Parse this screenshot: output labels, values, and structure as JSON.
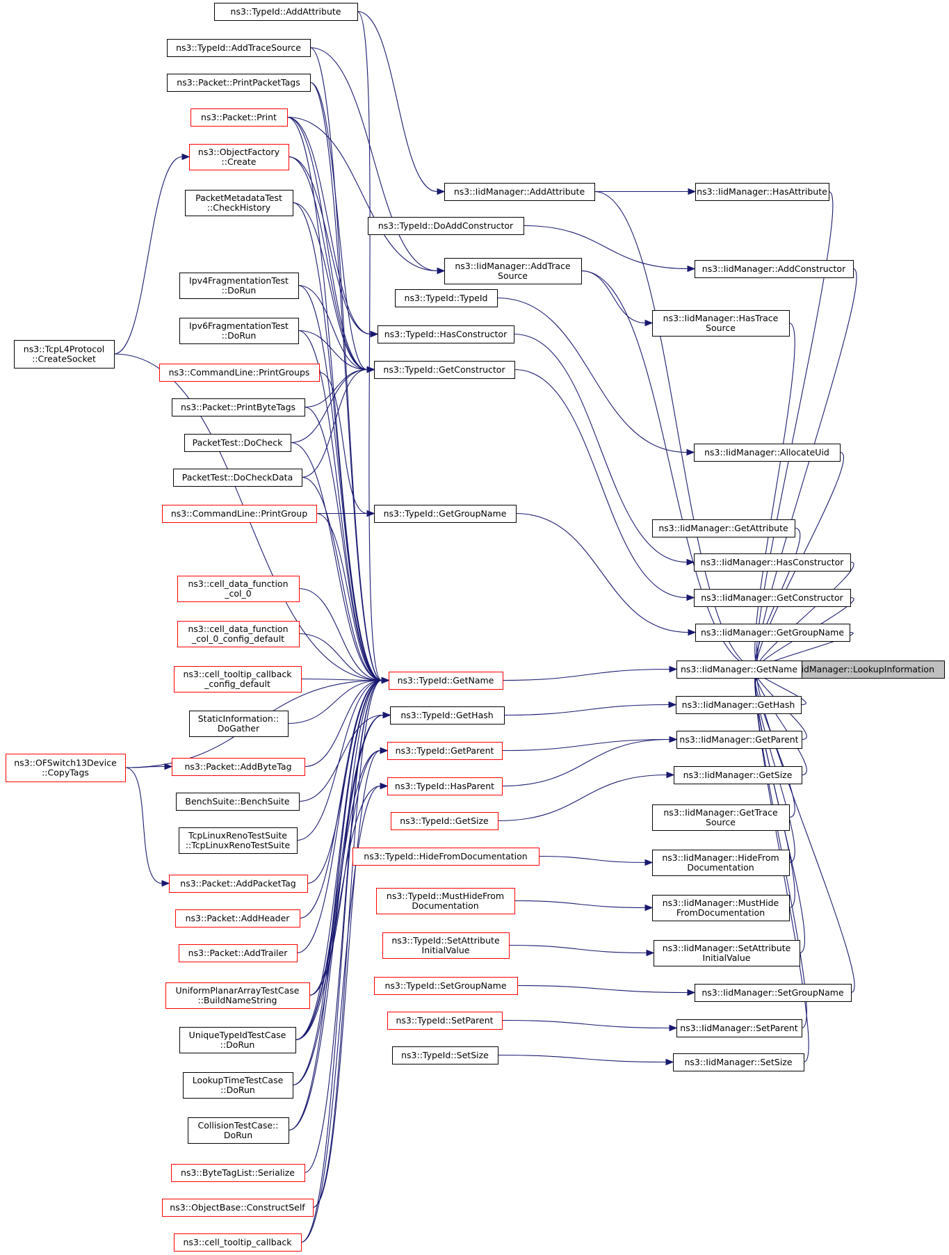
{
  "graph": {
    "edge_color": "#191970",
    "node_border_colors": {
      "normal": "#000000",
      "truncated": "#ff0000"
    },
    "focus_fill": "#bfbfbf",
    "nodes": [
      {
        "id": "lookup",
        "lines": [
          "ns3::IidManager::LookupInformation"
        ],
        "style": "focus"
      },
      {
        "id": "im_addattr",
        "lines": [
          "ns3::IidManager::AddAttribute"
        ],
        "style": "black"
      },
      {
        "id": "im_hasattr",
        "lines": [
          "ns3::IidManager::HasAttribute"
        ],
        "style": "black"
      },
      {
        "id": "im_addctor",
        "lines": [
          "ns3::IidManager::AddConstructor"
        ],
        "style": "black"
      },
      {
        "id": "im_addtrace",
        "lines": [
          "ns3::IidManager::AddTrace",
          "Source"
        ],
        "style": "black"
      },
      {
        "id": "im_hastrace",
        "lines": [
          "ns3::IidManager::HasTrace",
          "Source"
        ],
        "style": "black"
      },
      {
        "id": "im_alloc",
        "lines": [
          "ns3::IidManager::AllocateUid"
        ],
        "style": "black"
      },
      {
        "id": "im_getattr",
        "lines": [
          "ns3::IidManager::GetAttribute"
        ],
        "style": "black"
      },
      {
        "id": "im_hasctor",
        "lines": [
          "ns3::IidManager::HasConstructor"
        ],
        "style": "black"
      },
      {
        "id": "im_getctor",
        "lines": [
          "ns3::IidManager::GetConstructor"
        ],
        "style": "black"
      },
      {
        "id": "im_getgroup",
        "lines": [
          "ns3::IidManager::GetGroupName"
        ],
        "style": "black"
      },
      {
        "id": "im_getname",
        "lines": [
          "ns3::IidManager::GetName"
        ],
        "style": "black"
      },
      {
        "id": "im_gethash",
        "lines": [
          "ns3::IidManager::GetHash"
        ],
        "style": "black"
      },
      {
        "id": "im_getparent",
        "lines": [
          "ns3::IidManager::GetParent"
        ],
        "style": "black"
      },
      {
        "id": "im_getsize",
        "lines": [
          "ns3::IidManager::GetSize"
        ],
        "style": "black"
      },
      {
        "id": "im_gettrace",
        "lines": [
          "ns3::IidManager::GetTrace",
          "Source"
        ],
        "style": "black"
      },
      {
        "id": "im_hidefrom",
        "lines": [
          "ns3::IidManager::HideFrom",
          "Documentation"
        ],
        "style": "black"
      },
      {
        "id": "im_musthide",
        "lines": [
          "ns3::IidManager::MustHide",
          "FromDocumentation"
        ],
        "style": "black"
      },
      {
        "id": "im_setattr",
        "lines": [
          "ns3::IidManager::SetAttribute",
          "InitialValue"
        ],
        "style": "black"
      },
      {
        "id": "im_setgroup",
        "lines": [
          "ns3::IidManager::SetGroupName"
        ],
        "style": "black"
      },
      {
        "id": "im_setparent",
        "lines": [
          "ns3::IidManager::SetParent"
        ],
        "style": "black"
      },
      {
        "id": "im_setsize",
        "lines": [
          "ns3::IidManager::SetSize"
        ],
        "style": "black"
      },
      {
        "id": "t_addattr",
        "lines": [
          "ns3::TypeId::AddAttribute"
        ],
        "style": "black"
      },
      {
        "id": "t_addtrace",
        "lines": [
          "ns3::TypeId::AddTraceSource"
        ],
        "style": "black"
      },
      {
        "id": "t_doaddctor",
        "lines": [
          "ns3::TypeId::DoAddConstructor"
        ],
        "style": "black"
      },
      {
        "id": "t_typeid",
        "lines": [
          "ns3::TypeId::TypeId"
        ],
        "style": "black"
      },
      {
        "id": "t_hasctor",
        "lines": [
          "ns3::TypeId::HasConstructor"
        ],
        "style": "black"
      },
      {
        "id": "t_getctor",
        "lines": [
          "ns3::TypeId::GetConstructor"
        ],
        "style": "black"
      },
      {
        "id": "t_getgroup",
        "lines": [
          "ns3::TypeId::GetGroupName"
        ],
        "style": "black"
      },
      {
        "id": "t_getname",
        "lines": [
          "ns3::TypeId::GetName"
        ],
        "style": "red"
      },
      {
        "id": "t_gethash",
        "lines": [
          "ns3::TypeId::GetHash"
        ],
        "style": "black"
      },
      {
        "id": "t_getparent",
        "lines": [
          "ns3::TypeId::GetParent"
        ],
        "style": "red"
      },
      {
        "id": "t_hasparent",
        "lines": [
          "ns3::TypeId::HasParent"
        ],
        "style": "red"
      },
      {
        "id": "t_getsize",
        "lines": [
          "ns3::TypeId::GetSize"
        ],
        "style": "red"
      },
      {
        "id": "t_hidefrom",
        "lines": [
          "ns3::TypeId::HideFromDocumentation"
        ],
        "style": "red"
      },
      {
        "id": "t_musthide",
        "lines": [
          "ns3::TypeId::MustHideFrom",
          "Documentation"
        ],
        "style": "red"
      },
      {
        "id": "t_setattr",
        "lines": [
          "ns3::TypeId::SetAttribute",
          "InitialValue"
        ],
        "style": "red"
      },
      {
        "id": "t_setgroup",
        "lines": [
          "ns3::TypeId::SetGroupName"
        ],
        "style": "red"
      },
      {
        "id": "t_setparent",
        "lines": [
          "ns3::TypeId::SetParent"
        ],
        "style": "red"
      },
      {
        "id": "t_setsize",
        "lines": [
          "ns3::TypeId::SetSize"
        ],
        "style": "black"
      },
      {
        "id": "p_printtags",
        "lines": [
          "ns3::Packet::PrintPacketTags"
        ],
        "style": "black"
      },
      {
        "id": "p_print",
        "lines": [
          "ns3::Packet::Print"
        ],
        "style": "red"
      },
      {
        "id": "of_create",
        "lines": [
          "ns3::ObjectFactory",
          "::Create"
        ],
        "style": "red"
      },
      {
        "id": "pmt_check",
        "lines": [
          "PacketMetadataTest",
          "::CheckHistory"
        ],
        "style": "black"
      },
      {
        "id": "ipv4frag",
        "lines": [
          "Ipv4FragmentationTest",
          "::DoRun"
        ],
        "style": "black"
      },
      {
        "id": "ipv6frag",
        "lines": [
          "Ipv6FragmentationTest",
          "::DoRun"
        ],
        "style": "black"
      },
      {
        "id": "cl_printgroups",
        "lines": [
          "ns3::CommandLine::PrintGroups"
        ],
        "style": "red"
      },
      {
        "id": "p_printbytetags",
        "lines": [
          "ns3::Packet::PrintByteTags"
        ],
        "style": "black"
      },
      {
        "id": "pt_docheck",
        "lines": [
          "PacketTest::DoCheck"
        ],
        "style": "black"
      },
      {
        "id": "pt_docheckdata",
        "lines": [
          "PacketTest::DoCheckData"
        ],
        "style": "black"
      },
      {
        "id": "cl_printgroup",
        "lines": [
          "ns3::CommandLine::PrintGroup"
        ],
        "style": "red"
      },
      {
        "id": "cell_col0",
        "lines": [
          "ns3::cell_data_function",
          "_col_0"
        ],
        "style": "red"
      },
      {
        "id": "cell_col0_cfg",
        "lines": [
          "ns3::cell_data_function",
          "_col_0_config_default"
        ],
        "style": "red"
      },
      {
        "id": "cell_tt_cfg",
        "lines": [
          "ns3::cell_tooltip_callback",
          "_config_default"
        ],
        "style": "red"
      },
      {
        "id": "static_gather",
        "lines": [
          "StaticInformation::",
          "DoGather"
        ],
        "style": "black"
      },
      {
        "id": "p_addbytetag",
        "lines": [
          "ns3::Packet::AddByteTag"
        ],
        "style": "red"
      },
      {
        "id": "bench",
        "lines": [
          "BenchSuite::BenchSuite"
        ],
        "style": "black"
      },
      {
        "id": "tcpreno",
        "lines": [
          "TcpLinuxRenoTestSuite",
          "::TcpLinuxRenoTestSuite"
        ],
        "style": "black"
      },
      {
        "id": "p_addpackettag",
        "lines": [
          "ns3::Packet::AddPacketTag"
        ],
        "style": "red"
      },
      {
        "id": "p_addheader",
        "lines": [
          "ns3::Packet::AddHeader"
        ],
        "style": "red"
      },
      {
        "id": "p_addtrailer",
        "lines": [
          "ns3::Packet::AddTrailer"
        ],
        "style": "red"
      },
      {
        "id": "upa_build",
        "lines": [
          "UniformPlanarArrayTestCase",
          "::BuildNameString"
        ],
        "style": "red"
      },
      {
        "id": "unique_dorun",
        "lines": [
          "UniqueTypeIdTestCase",
          "::DoRun"
        ],
        "style": "black"
      },
      {
        "id": "lookup_dorun",
        "lines": [
          "LookupTimeTestCase",
          "::DoRun"
        ],
        "style": "black"
      },
      {
        "id": "collision_dorun",
        "lines": [
          "CollisionTestCase::",
          "DoRun"
        ],
        "style": "black"
      },
      {
        "id": "btl_serialize",
        "lines": [
          "ns3::ByteTagList::Serialize"
        ],
        "style": "red"
      },
      {
        "id": "ob_construct",
        "lines": [
          "ns3::ObjectBase::ConstructSelf"
        ],
        "style": "red"
      },
      {
        "id": "cell_tt",
        "lines": [
          "ns3::cell_tooltip_callback"
        ],
        "style": "red"
      },
      {
        "id": "tcp_create",
        "lines": [
          "ns3::TcpL4Protocol",
          "::CreateSocket"
        ],
        "style": "black"
      },
      {
        "id": "of_copytags",
        "lines": [
          "ns3::OFSwitch13Device",
          "::CopyTags"
        ],
        "style": "red"
      }
    ]
  }
}
